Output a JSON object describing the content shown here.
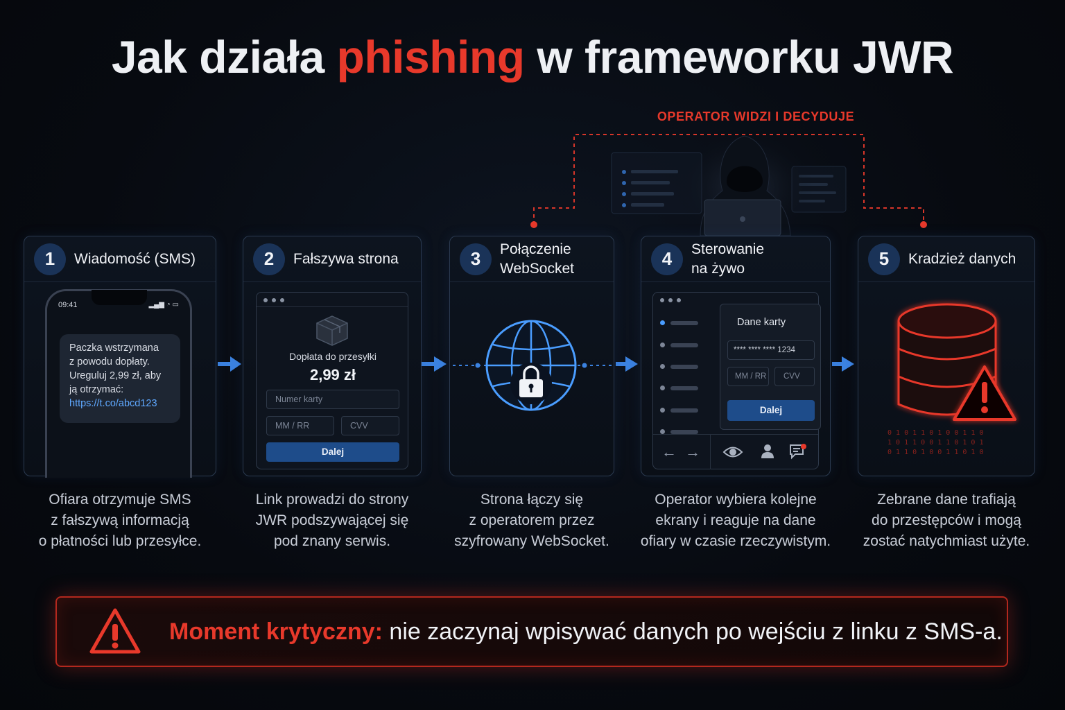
{
  "title": {
    "prefix": "Jak działa ",
    "accent": "phishing",
    "suffix": " w frameworku JWR"
  },
  "operator_label": "OPERATOR WIDZI I DECYDUJE",
  "steps": [
    {
      "num": "1",
      "title": "Wiadomość (SMS)",
      "desc": "Ofiara otrzymuje SMS\nz fałszywą informacją\no płatności lub przesyłce."
    },
    {
      "num": "2",
      "title": "Fałszywa strona",
      "desc": "Link prowadzi do strony\nJWR podszywającej się\npod znany serwis."
    },
    {
      "num": "3",
      "title": "Połączenie\nWebSocket",
      "desc": "Strona łączy się\nz operatorem przez\nszyfrowany WebSocket."
    },
    {
      "num": "4",
      "title": "Sterowanie\nna żywo",
      "desc": "Operator wybiera kolejne\nekrany i reaguje na dane\nofiary w czasie rzeczywistym."
    },
    {
      "num": "5",
      "title": "Kradzież danych",
      "desc": "Zebrane dane trafiają\ndo przestępców i mogą\nzostać natychmiast użyte."
    }
  ],
  "phone": {
    "time": "09:41",
    "message": "Paczka wstrzymana\nz powodu dopłaty.\nUreguluj 2,99 zł, aby\nją otrzymać:",
    "link": "https://t.co/abcd123"
  },
  "fake_page": {
    "heading": "Dopłata do przesyłki",
    "amount": "2,99 zł",
    "card_placeholder": "Numer karty",
    "expiry_placeholder": "MM / RR",
    "cvv_placeholder": "CVV",
    "button": "Dalej"
  },
  "live_panel": {
    "heading": "Dane karty",
    "card_masked": "**** **** **** 1234",
    "expiry_placeholder": "MM / RR",
    "cvv_placeholder": "CVV",
    "button": "Dalej"
  },
  "banner": {
    "highlight": "Moment krytyczny:",
    "text": " nie zaczynaj wpisywać danych po wejściu z linku z SMS-a."
  },
  "colors": {
    "accent_red": "#e8392b",
    "accent_blue": "#3b82e0",
    "card_border": "#2b3a50"
  }
}
